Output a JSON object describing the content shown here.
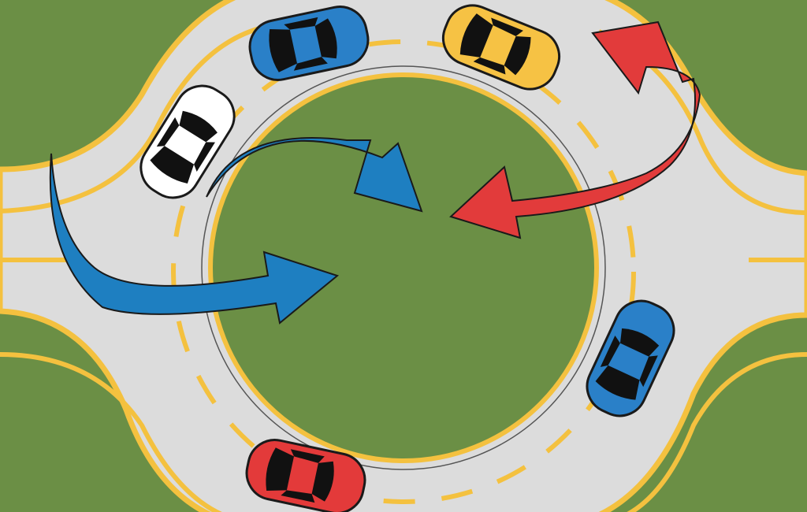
{
  "scene": {
    "subject": "roundabout-illustration",
    "colors": {
      "grass": "#6b8f45",
      "road": "#dcdcdc",
      "lane_line": "#f4c13f",
      "arrow_blue": "#1e7fc1",
      "arrow_red": "#e23b3b",
      "car_blue": "#2a80c8",
      "car_yellow": "#f6c244",
      "car_white": "#ffffff",
      "car_red": "#e33a3a",
      "outline": "#1a1a1a"
    },
    "cars": [
      {
        "name": "blue-car-top",
        "color": "#2a80c8"
      },
      {
        "name": "yellow-car-top-right",
        "color": "#f6c244"
      },
      {
        "name": "white-car-left",
        "color": "#ffffff"
      },
      {
        "name": "blue-car-right",
        "color": "#2a80c8"
      },
      {
        "name": "red-car-bottom",
        "color": "#e33a3a"
      }
    ],
    "arrows": [
      {
        "name": "blue-arrow-upper",
        "icon": "curved-arrow-icon",
        "color": "#1e7fc1"
      },
      {
        "name": "blue-arrow-lower",
        "icon": "curved-arrow-icon",
        "color": "#1e7fc1"
      },
      {
        "name": "red-arrow",
        "icon": "curved-arrow-icon",
        "color": "#e23b3b"
      }
    ]
  }
}
